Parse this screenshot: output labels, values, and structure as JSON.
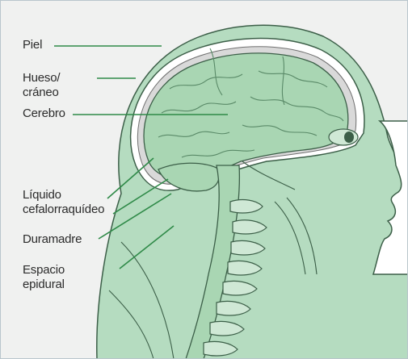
{
  "diagram": {
    "labels": {
      "skin": "Piel",
      "bone": "Hueso/\ncráneo",
      "brain": "Cerebro",
      "csf": "Líquido\ncefalorraquídeo",
      "dura": "Duramadre",
      "epidural": "Espacio\nepidural"
    },
    "colors": {
      "background": "#f0f1f0",
      "tissue": "#b5dcc0",
      "brain": "#a9d6b3",
      "outline": "#3c5f48",
      "leader": "#2f8a48"
    }
  }
}
